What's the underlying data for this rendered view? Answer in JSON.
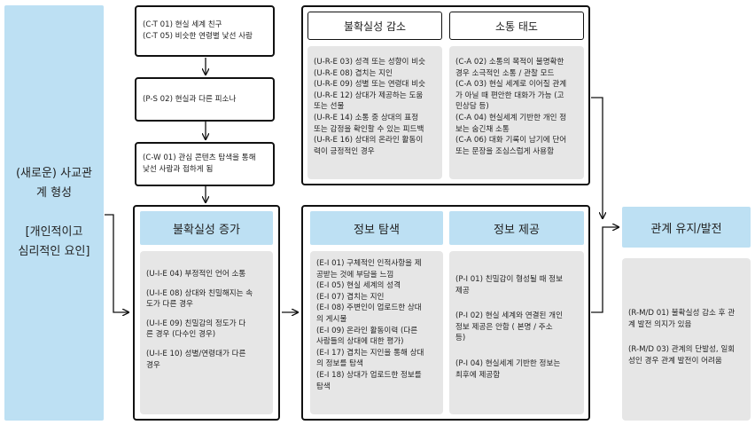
{
  "left": {
    "line1": "(새로운) 사교관",
    "line2": "계 형성",
    "line3": "[개인적이고",
    "line4": "심리적인 요인]"
  },
  "col1": {
    "box1": [
      "(C-T 01) 현실 세계 친구",
      "(C-T 05) 비슷한 연령별 낯선 사람"
    ],
    "box2": [
      "(P-S 02) 현실과 다른 피소나"
    ],
    "box3": [
      "(C-W 01) 관심 콘텐츠 탐색을 통해",
      "낯선 사람과 접하게 됨"
    ]
  },
  "top": {
    "header_left": "불확실성 감소",
    "header_right": "소통 태도",
    "list_left": [
      "(U-R-E 03) 성격 또는 성향이 비슷",
      "(U-R-E 08) 겹치는 지인",
      "(U-R-E 09) 성별 또는 연령대 비슷",
      "(U-R-E 12) 상대가 제공하는 도움",
      "또는 선물",
      "(U-R-E 14) 소통 중 상대의 표정",
      "또는 감정을 확인할 수 있는 피드백",
      "(U-R-E 16) 상대의 온라인 활동이",
      "력이 긍정적인 경우"
    ],
    "list_right": [
      "(C-A 02) 소통의 목적이 불명확한",
      "경우 소극적인 소통 / 관찰 모드",
      "(C-A 03) 현실 세계로 이어질 관계",
      "가 아닐 때 편안한 대화가 가능 (고",
      "민상담 등)",
      "(C-A 04) 현실세계 기반한 개인 정",
      "보는 숨긴채 소통",
      "(C-A 06) 대화 기록이 남기에 단어",
      "또는 문장을 조심스럽게 사용함"
    ]
  },
  "increase": {
    "title": "불확실성 증가",
    "items": [
      [
        "(U-I-E 04) 부정적인 언어 소통"
      ],
      [
        "(U-I-E 08) 상대와 친밀해지는 속",
        "도가 다른 경우"
      ],
      [
        "(U-I-E 09) 친밀감의 정도가 다",
        "른 경우 (다수인 경우)"
      ],
      [
        "(U-I-E 10) 성별/연령대가 다른",
        "경우"
      ]
    ]
  },
  "info": {
    "search_title": "정보 탐색",
    "provide_title": "정보 제공",
    "search_items": [
      "(E-I 01) 구체적인 인적사항을 제",
      "공받는 것에 부담을 느낌",
      "(E-I 05) 현실 세계의 성격",
      "(E-I 07) 겹치는 지인",
      "(E-I 08) 주변인이 업로드한 상대",
      "의 게시물",
      "(E-I 09) 온라인 활동이력 (다른",
      "사람들의 상대에 대한 평가)",
      "(E-I 17) 겹치는 지인을 통해 상대",
      "의 정보를 탐색",
      "(E-I 18) 상대가 업로드한 정보를",
      "탐색"
    ],
    "provide_items": [
      [
        "(P-I 01) 친밀감이 형성될 때 정보",
        "제공"
      ],
      [
        "(P-I 02) 현실 세계와 연결된 개인",
        "정보 제공은 안함 ( 본명 / 주소",
        "등)"
      ],
      [
        "(P-I 04) 현실세계 기반한 정보는",
        "최후에 제공함"
      ]
    ]
  },
  "right": {
    "title": "관계 유지/발전",
    "items": [
      [
        "(R-M/D 01) 불확실성 감소 후 관",
        "계 발전 의지가 있음"
      ],
      [
        "(R-M/D 03) 관계의 단발성, 일회",
        "성인 경우 관계 발전이 어려움"
      ]
    ]
  },
  "colors": {
    "blue": "#bde0f3",
    "gray": "#e6e6e6",
    "line": "#111111"
  }
}
